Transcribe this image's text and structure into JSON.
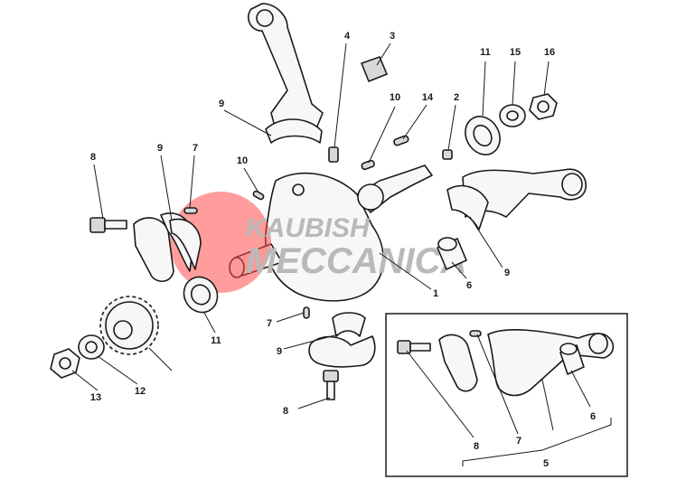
{
  "watermark": {
    "line1": "KAUBISH",
    "line2": "MECCANICA",
    "accent_color": "#ff4d4d",
    "text_color": "#b9b9b9"
  },
  "callouts": {
    "c1": "1",
    "c2": "2",
    "c3": "3",
    "c4": "4",
    "c5": "5",
    "c6a": "6",
    "c6b": "6",
    "c7a": "7",
    "c7b": "7",
    "c7c": "7",
    "c8a": "8",
    "c8b": "8",
    "c8c": "8",
    "c9a": "9",
    "c9b": "9",
    "c9c": "9",
    "c9d": "9",
    "c10a": "10",
    "c10b": "10",
    "c11a": "11",
    "c11b": "11",
    "c12": "12",
    "c13": "13",
    "c14": "14",
    "c15": "15",
    "c16": "16"
  }
}
